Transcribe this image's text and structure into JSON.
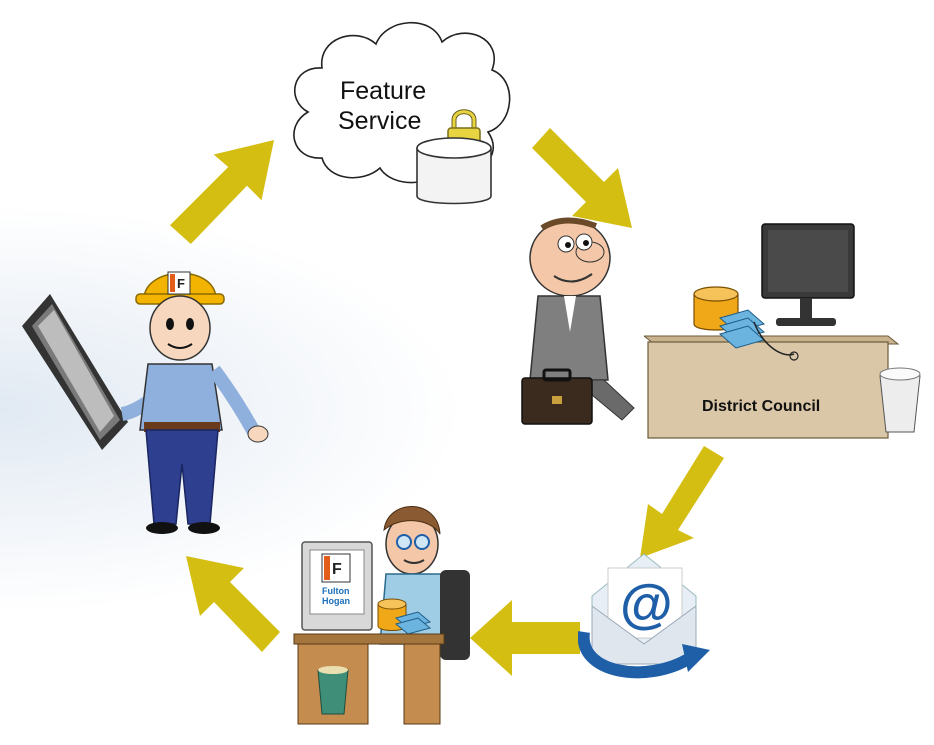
{
  "cloud": {
    "line1": "Feature",
    "line2": "Service"
  },
  "district_council": {
    "label": "District Council"
  },
  "fulton_hogan_logo": {
    "line1": "Fulton",
    "line2": "Hogan"
  },
  "colors": {
    "arrow": "#D4BE12",
    "padlock": "#E8D440",
    "database_gold": "#F0A818",
    "layers_blue": "#6BB4E0",
    "shirt_blue": "#8FB0DC",
    "trousers_navy": "#2E3F8F",
    "hard_hat": "#F2B400",
    "desk": "#D9C7A8",
    "email_blue": "#1E5FA8"
  },
  "icons": [
    "cloud-icon",
    "padlock-icon",
    "database-cylinder-icon",
    "field-worker-icon",
    "tablet-icon",
    "businessman-icon",
    "briefcase-icon",
    "desk-icon",
    "computer-monitor-icon",
    "database-layers-icon",
    "email-at-icon",
    "office-worker-icon",
    "fulton-hogan-logo",
    "trash-bin-icon"
  ]
}
